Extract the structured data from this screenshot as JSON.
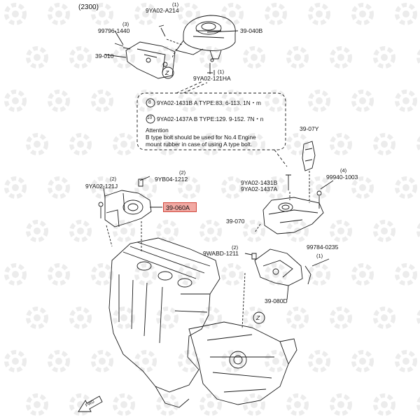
{
  "header": {
    "variant": "(2300)"
  },
  "labels": {
    "bolt_a214": "9YA02-A214",
    "bolt_a214_qty": "(1)",
    "bolt_1440": "99796-1440",
    "bolt_1440_qty": "(3)",
    "mount_040b": "39-040B",
    "bracket_010": "39-010",
    "bolt_121ha": "9YA02-121HA",
    "bolt_121ha_qty": "(1)",
    "bolt_121j": "9YA02-121J",
    "bolt_121j_qty": "(2)",
    "nut_1212": "9YB04-1212",
    "nut_1212_qty": "(2)",
    "mount_060a": "39-060A",
    "bolt_1431b": "9YA02-1431B",
    "bolt_1437a": "9YA02-1437A",
    "mount_070": "39-070",
    "part_07y": "39-07Y",
    "bolt_1003": "99940-1003",
    "bolt_1003_qty": "(4)",
    "nut_1211": "9WABD-1211",
    "nut_1211_qty": "(2)",
    "bolt_0235": "99784-0235",
    "bolt_0235_qty": "(1)",
    "bracket_080d": "39-080D",
    "view_z_top": "Z",
    "view_z_bottom": "Z",
    "fwd": "FWD"
  },
  "callout": {
    "row1_num": "8",
    "row1_text": "9YA02-1431B  A TYPE:83. 6-113. 1N・m",
    "row2_num": "10",
    "row2_text": "9YA02-1437A  B TYPE:129. 9-152. 7N・n",
    "attention": "Attention",
    "note_line1": "B type bolt should be used for No.4 Engine",
    "note_line2": "mount rubber in case of using A type bolt."
  },
  "colors": {
    "highlight_fill": "#f2a9a3",
    "highlight_border": "#d0473c",
    "line": "#1a1a1a",
    "watermark": "#ececec"
  }
}
